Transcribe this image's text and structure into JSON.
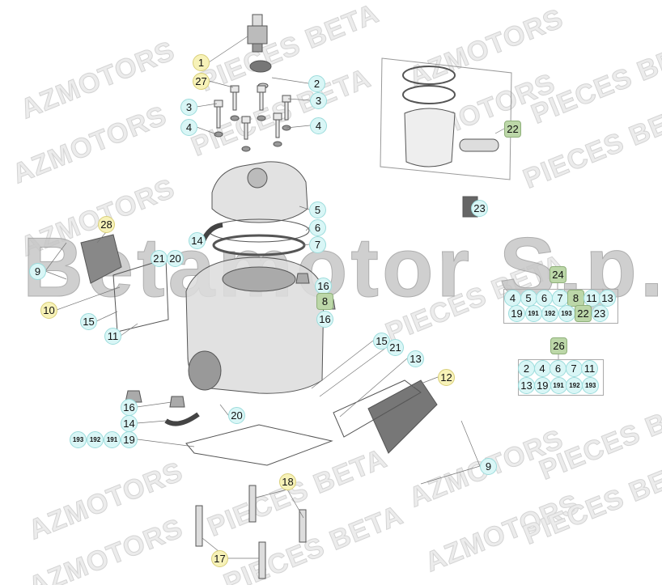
{
  "watermarks": {
    "line1": "AZMOTORS",
    "line2": "PIECES BETA",
    "brand": "Betamotor S.p.A."
  },
  "colors": {
    "callout_cyan": "#d9f6f6",
    "callout_yellow": "#f7f2b8",
    "callout_green": "#bcd7a8",
    "line": "#666666"
  },
  "callouts": [
    "1",
    "27",
    "2",
    "3",
    "3",
    "4",
    "4",
    "22",
    "5",
    "23",
    "28",
    "6",
    "14",
    "7",
    "21",
    "20",
    "24",
    "9",
    "16",
    "8",
    "10",
    "16",
    "15",
    "11",
    "26",
    "15",
    "21",
    "13",
    "12",
    "16",
    "20",
    "14",
    "9",
    "18",
    "17",
    "19",
    "191",
    "192",
    "193"
  ],
  "kit24": {
    "label": "24",
    "row1": [
      "4",
      "5",
      "6",
      "7",
      "8",
      "11",
      "13"
    ],
    "row2": [
      "19",
      "191",
      "192",
      "193",
      "22",
      "23"
    ]
  },
  "kit26": {
    "label": "26",
    "row1": [
      "2",
      "4",
      "6",
      "7",
      "11"
    ],
    "row2": [
      "13",
      "19",
      "191",
      "192",
      "193"
    ]
  },
  "gasket_set": [
    "193",
    "192",
    "191",
    "19"
  ]
}
